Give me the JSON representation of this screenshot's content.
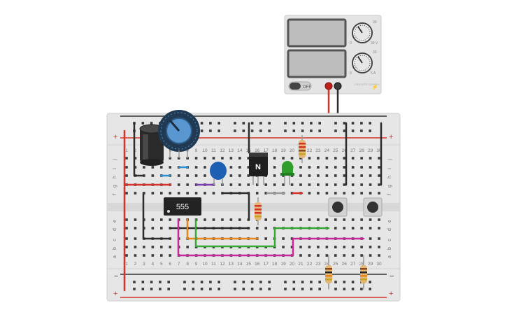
{
  "power_supply": {
    "switch_label": "OFF",
    "brand_label": "CIRCUITS SUPPLY",
    "knob1_scale": [
      "30",
      "0",
      "30 V"
    ],
    "knob2_scale": [
      "30",
      "0",
      "5 A"
    ],
    "terminal_colors": {
      "positive": "#c0221a",
      "negative": "#333333"
    }
  },
  "breadboard": {
    "rail_plus": "+",
    "rail_minus": "−",
    "row_letters_top": [
      "j",
      "i",
      "h",
      "g",
      "f"
    ],
    "row_letters_bottom": [
      "e",
      "d",
      "c",
      "b",
      "a"
    ],
    "column_numbers": [
      "1",
      "2",
      "3",
      "4",
      "5",
      "6",
      "7",
      "8",
      "9",
      "10",
      "11",
      "12",
      "13",
      "14",
      "15",
      "16",
      "17",
      "18",
      "19",
      "20",
      "21",
      "22",
      "23",
      "24",
      "25",
      "26",
      "27",
      "28",
      "29",
      "30"
    ]
  },
  "components": {
    "timer_ic_label": "555",
    "transistor_label": "N"
  },
  "wire_colors": {
    "red": "#d6332b",
    "black": "#2d2d2d",
    "blue": "#2b8fd6",
    "purple": "#7b3fb0",
    "orange": "#e8861c",
    "green": "#3aa835",
    "magenta": "#c8289a",
    "gray": "#9a9a9a"
  }
}
